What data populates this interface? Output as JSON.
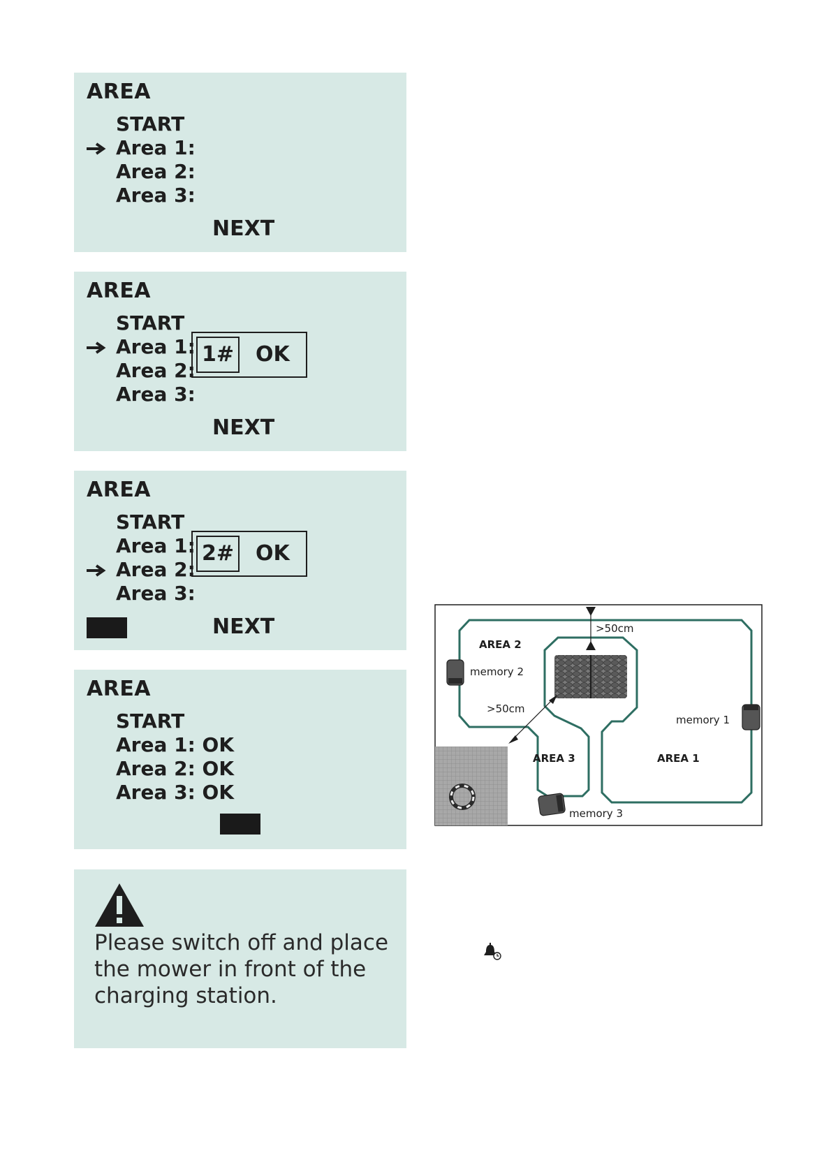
{
  "screens": [
    {
      "title": "AREA",
      "items": [
        "START",
        "Area 1:",
        "Area 2:",
        "Area 3:"
      ],
      "selected_index": 1,
      "footer": "NEXT"
    },
    {
      "title": "AREA",
      "items": [
        "START",
        "Area 1:",
        "Area 2:",
        "Area 3:"
      ],
      "selected_index": 1,
      "popup": {
        "number": "1#",
        "ok": "OK"
      },
      "footer": "NEXT"
    },
    {
      "title": "AREA",
      "items": [
        "START",
        "Area 1:",
        "Area 2:",
        "Area 3:"
      ],
      "selected_index": 2,
      "popup": {
        "number": "2#",
        "ok": "OK"
      },
      "footer": "NEXT"
    },
    {
      "title": "AREA",
      "items": [
        "START",
        "Area 1: OK",
        "Area 2: OK",
        "Area 3: OK"
      ]
    }
  ],
  "warning": {
    "icon": "warning-triangle-icon",
    "text": "Please switch off and place the mower in front of the charging station."
  },
  "diagram": {
    "areas": [
      "AREA 2",
      "AREA 3",
      "AREA 1"
    ],
    "memories": [
      "memory 2",
      "memory 1",
      "memory 3"
    ],
    "distances": [
      ">50cm",
      ">50cm"
    ]
  },
  "colors": {
    "panel_bg": "#d7e9e5",
    "wire": "#2e6e62",
    "text": "#1e1e1e"
  }
}
